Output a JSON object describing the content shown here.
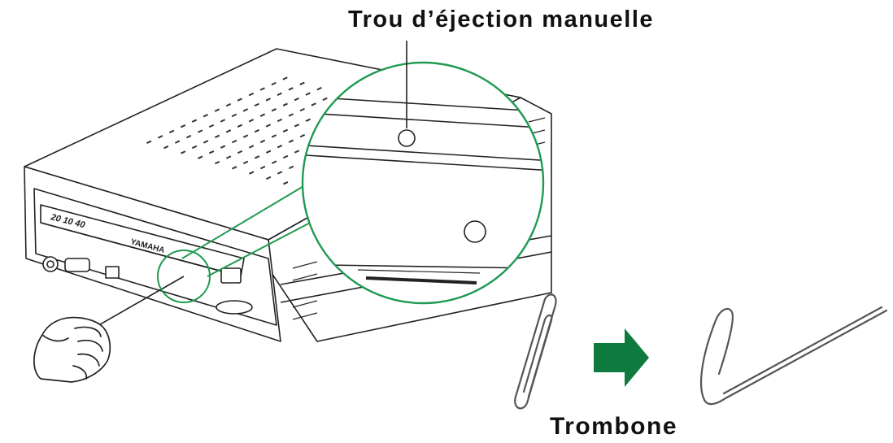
{
  "labels": {
    "eject_hole": "Trou d’éjection manuelle",
    "paper_clip": "Trombone"
  },
  "drive": {
    "brand_text": "YAMAHA",
    "speed_badge": "20 10 40"
  },
  "colors": {
    "callout": "#1f9a52",
    "arrow": "#0f7a3e",
    "line": "#222222",
    "background": "#ffffff"
  },
  "icons": {
    "drive": "cd-drive-icon",
    "hand": "hand-icon",
    "arrow": "arrow-right-icon",
    "clip": "paper-clip-icon"
  }
}
